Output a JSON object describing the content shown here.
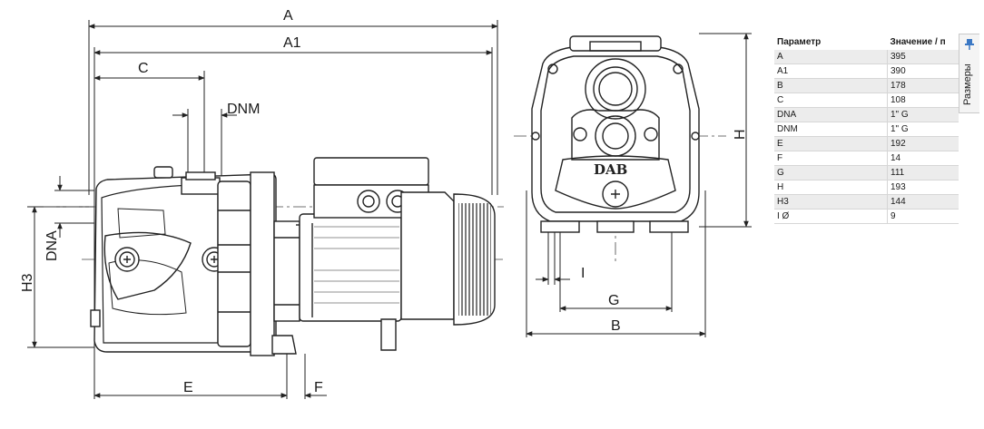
{
  "dimension_labels": {
    "A": "A",
    "A1": "A1",
    "C": "C",
    "DNM": "DNM",
    "DNA": "DNA",
    "H3": "H3",
    "E": "E",
    "F": "F",
    "H": "H",
    "I": "I",
    "G": "G",
    "B": "B"
  },
  "brand": "DAB",
  "table": {
    "header_param": "Параметр",
    "header_value": "Значение / п",
    "rows": [
      {
        "param": "A",
        "value": "395"
      },
      {
        "param": "A1",
        "value": "390"
      },
      {
        "param": "B",
        "value": "178"
      },
      {
        "param": "C",
        "value": "108"
      },
      {
        "param": "DNA",
        "value": "1\" G"
      },
      {
        "param": "DNM",
        "value": "1\" G"
      },
      {
        "param": "E",
        "value": "192"
      },
      {
        "param": "F",
        "value": "14"
      },
      {
        "param": "G",
        "value": "111"
      },
      {
        "param": "H",
        "value": "193"
      },
      {
        "param": "H3",
        "value": "144"
      },
      {
        "param": "I Ø",
        "value": "9"
      }
    ]
  },
  "side_tab": {
    "label": "Размеры",
    "icon": "pin-icon"
  }
}
